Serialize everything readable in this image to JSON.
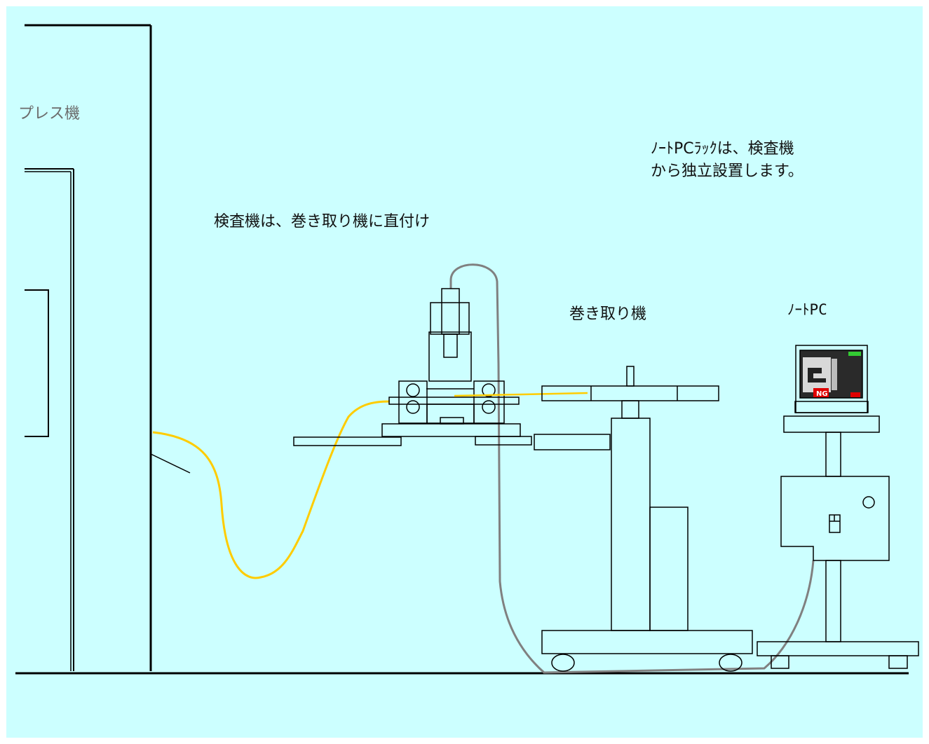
{
  "labels": {
    "press_machine": "プレス機",
    "inspection_note": "検査機は、巻き取り機に直付け",
    "winder": "巻き取り機",
    "notebook_pc": "ﾉｰﾄPC",
    "rack_note_line1": "ﾉｰﾄPCﾗｯｸは、検査機",
    "rack_note_line2": "から独立設置します。",
    "screen_ng": "NG"
  },
  "colors": {
    "background": "#ccffff",
    "line": "#000000",
    "yellow_cable": "#ffcc00",
    "gray_cable": "#808080",
    "ng_red": "#e00000",
    "screen_dark": "#2a2a2a"
  }
}
